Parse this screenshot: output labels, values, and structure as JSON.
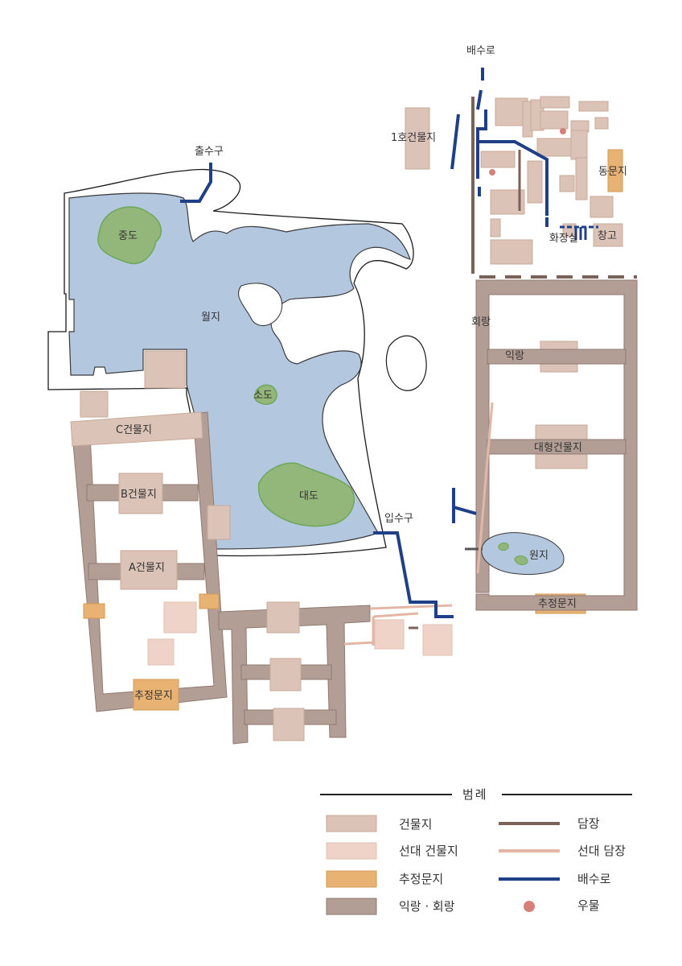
{
  "colors": {
    "pond": "#b3c7de",
    "island": "#93b67a",
    "island_edge": "#6da85a",
    "building": "#dcc3b7",
    "building_edge": "#c9aa99",
    "prior_building": "#efd3c9",
    "gate": "#e8b372",
    "gate_edge": "#d39a55",
    "corridor": "#b39e96",
    "wall": "#7b6259",
    "prior_wall": "#e2b7a6",
    "drain": "#1f3f86",
    "well": "#d6807a"
  },
  "labels": {
    "drain_top": "배수로",
    "outlet": "출수구",
    "building_1": "1호건물지",
    "east_gate": "동문지",
    "toilet": "화장실",
    "warehouse": "창고",
    "middle_island": "중도",
    "pond": "월지",
    "corridor": "회랑",
    "wing_corridor": "익랑",
    "small_island": "소도",
    "building_c": "C건물지",
    "large_building": "대형건물지",
    "building_b": "B건물지",
    "large_island": "대도",
    "inlet": "입수구",
    "garden_pond": "원지",
    "building_a": "A건물지",
    "presumed_gate_east": "추정문지",
    "presumed_gate_west": "추정문지"
  },
  "legend": {
    "title": "범례",
    "items": [
      {
        "label": "건물지",
        "kind": "building"
      },
      {
        "label": "담장",
        "kind": "wall"
      },
      {
        "label": "선대 건물지",
        "kind": "prior_building"
      },
      {
        "label": "선대 담장",
        "kind": "prior_wall"
      },
      {
        "label": "추정문지",
        "kind": "gate"
      },
      {
        "label": "배수로",
        "kind": "drain"
      },
      {
        "label": "익랑 · 회랑",
        "kind": "corridor"
      },
      {
        "label": "우물",
        "kind": "well"
      }
    ]
  }
}
